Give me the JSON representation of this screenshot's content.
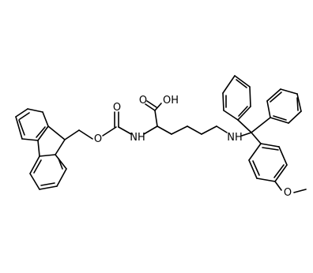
{
  "structure": {
    "atom_labels": {
      "carbonyl_oxygen": "O",
      "ester_oxygen": "O",
      "acid_oxygen": "O",
      "hydroxyl": "OH",
      "alpha_nh": "NH",
      "epsilon_nh": "NH",
      "methoxy_oxygen": "O"
    }
  }
}
